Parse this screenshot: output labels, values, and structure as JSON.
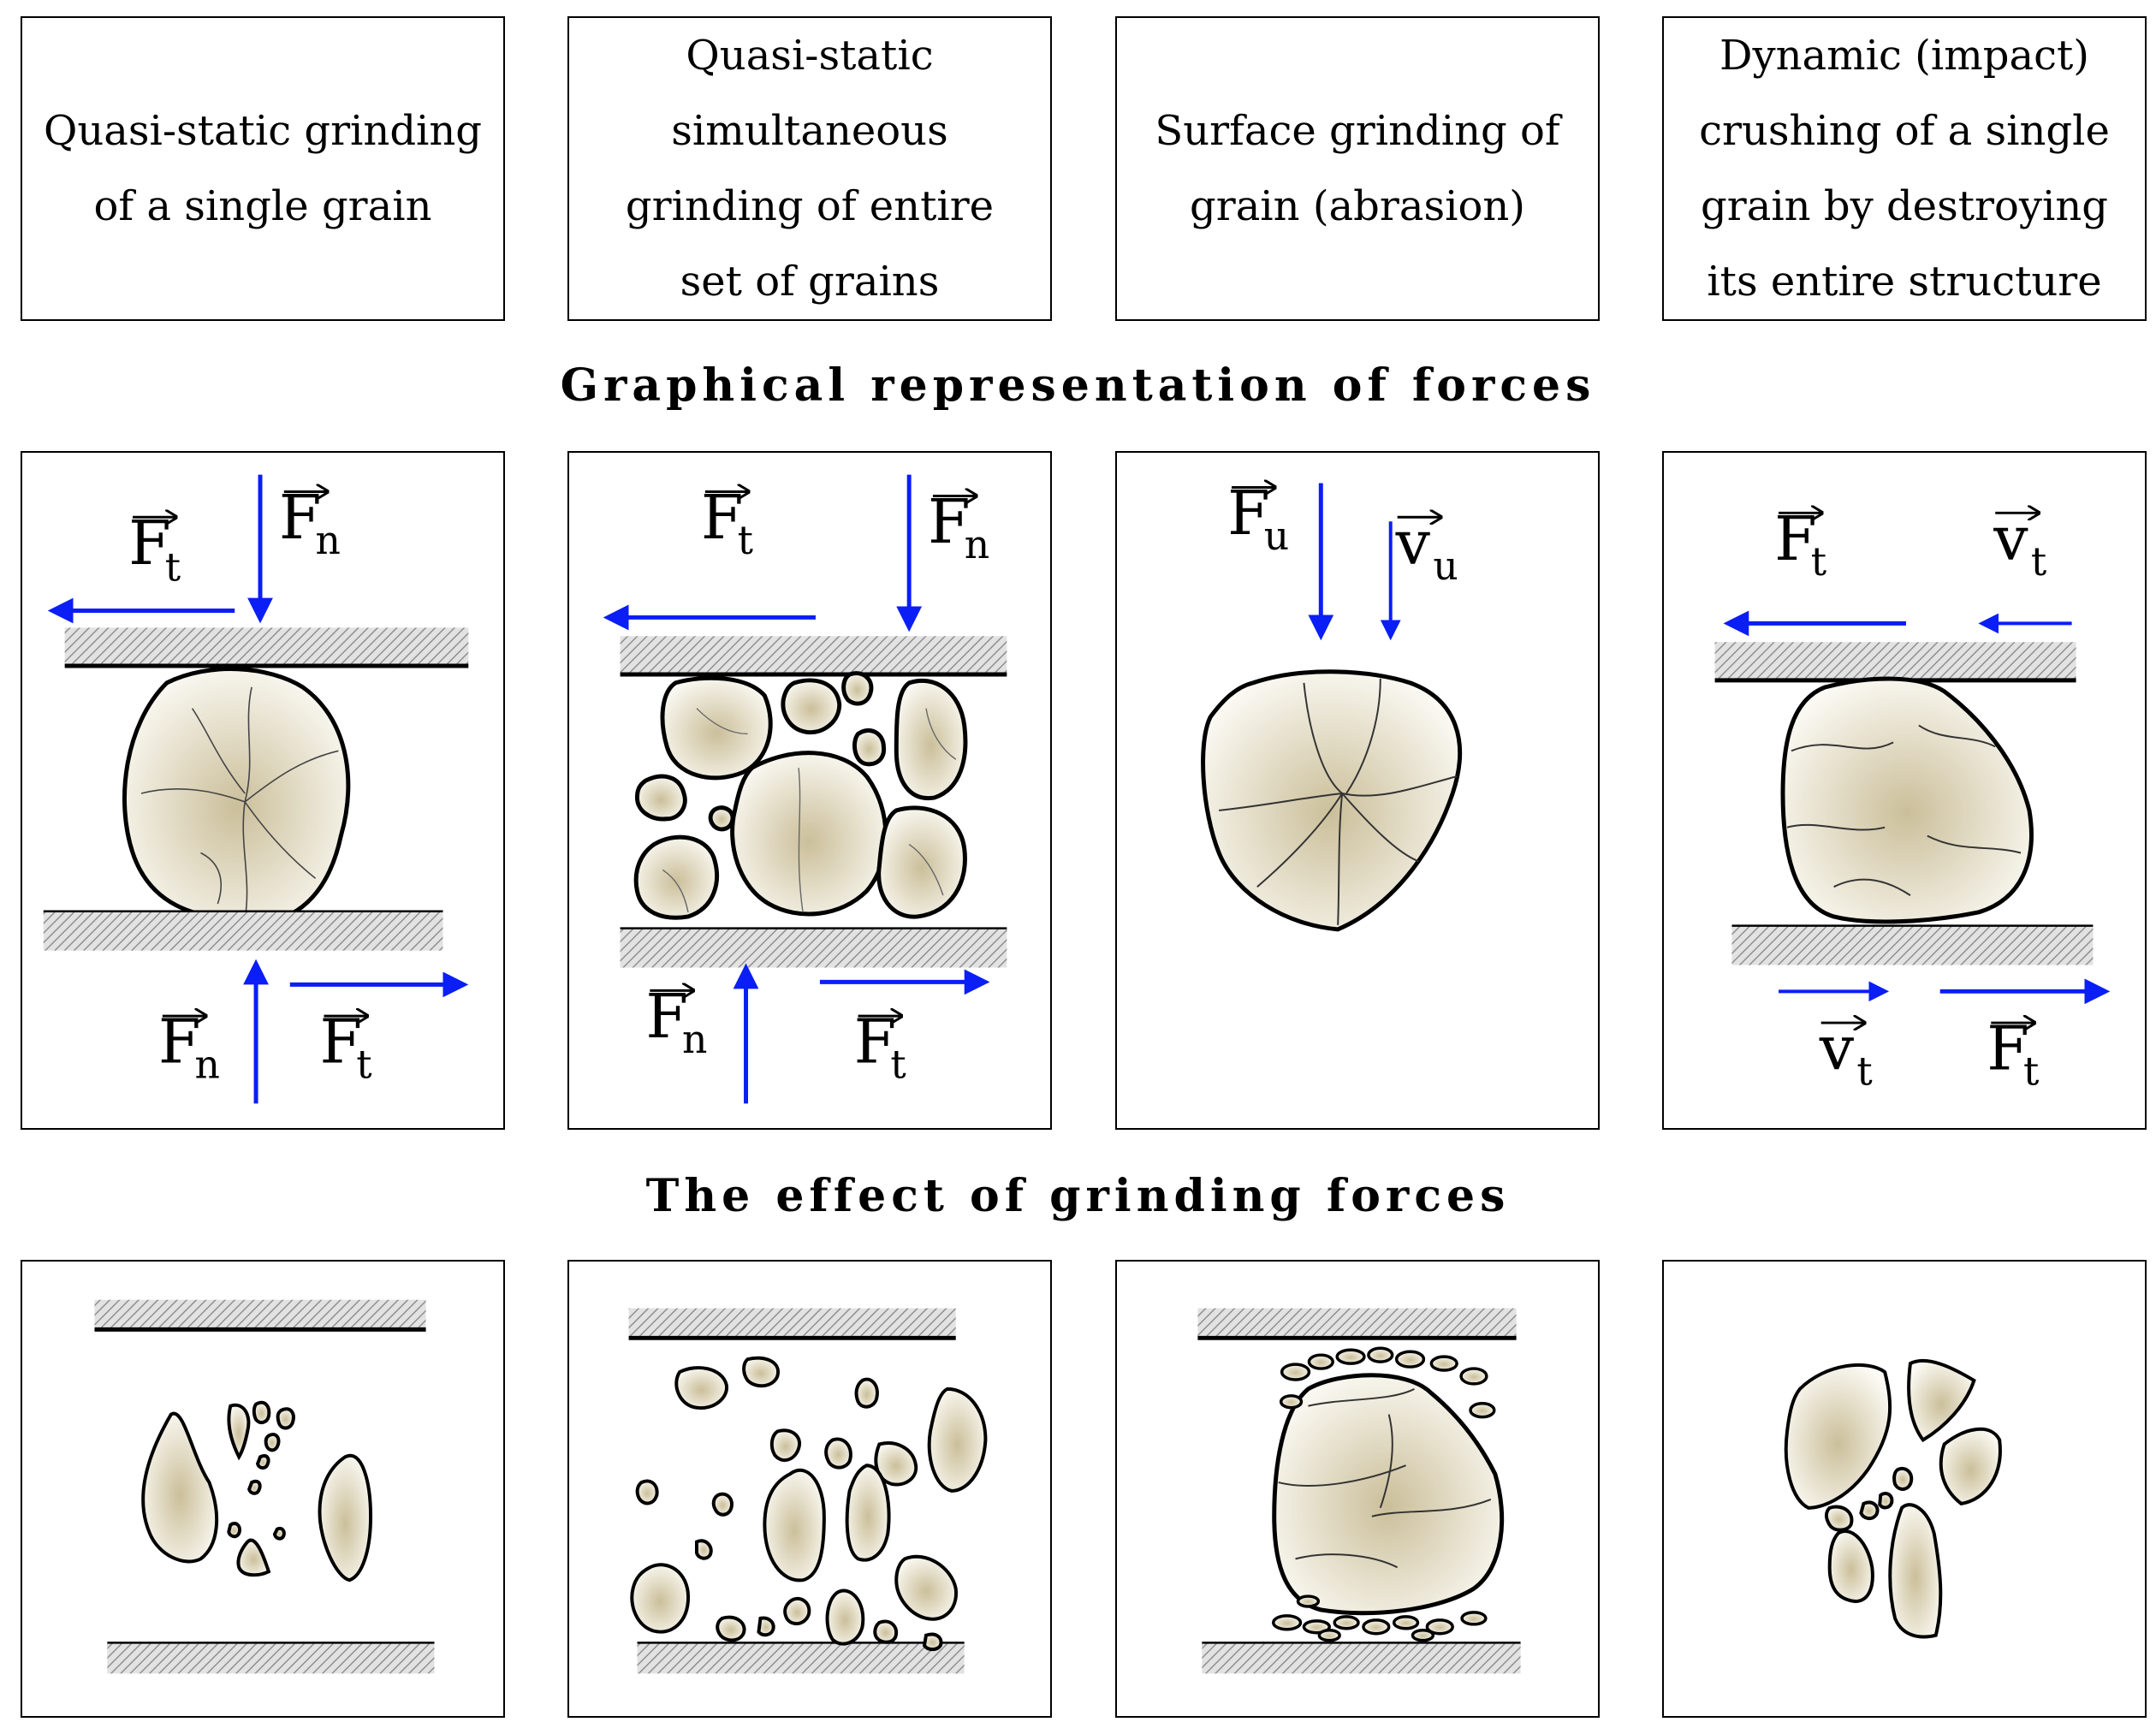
{
  "columns": [
    {
      "title": "Quasi-static grinding of a single grain"
    },
    {
      "title": "Quasi-static simultaneous grinding of entire set of grains"
    },
    {
      "title": "Surface grinding of grain (abrasion)"
    },
    {
      "title": "Dynamic (impact) crushing of a single grain by destroying its entire structure"
    }
  ],
  "sections": {
    "forces_title": "Graphical representation of forces",
    "effect_title": "The effect of grinding forces"
  },
  "symbols": {
    "F": "F",
    "v": "v",
    "t": "t",
    "n": "n",
    "u": "u"
  },
  "colors": {
    "arrow": "#0a1ef5",
    "grain_center": "#cbbf9a",
    "grain_edge": "#fbfaf4",
    "hatch": "#9c9c9c"
  }
}
